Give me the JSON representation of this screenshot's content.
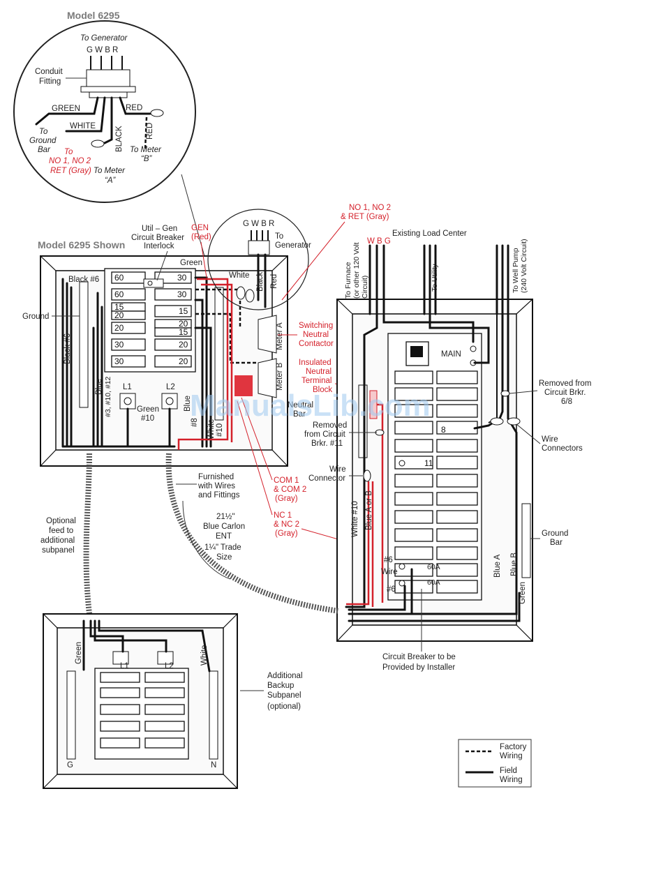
{
  "labels": {
    "model_top": "Model 6295",
    "model_shown": "Model 6295 Shown",
    "to_generator": "To Generator",
    "gwbr": "G W B R",
    "conduit_fitting_1": "Conduit",
    "conduit_fitting_2": "Fitting",
    "green": "GREEN",
    "white": "WHITE",
    "black": "BLACK",
    "red": "RED",
    "red_v": "RED",
    "to_ground_bar_1": "To",
    "to_ground_bar_2": "Ground",
    "to_ground_bar_3": "Bar",
    "to_no_1": "To",
    "to_no_2": "NO 1, NO 2",
    "to_no_3": "RET (Gray)",
    "to_meter_a_1": "To Meter",
    "to_meter_a_2": "“A”",
    "to_meter_b_1": "To Meter",
    "to_meter_b_2": "“B”",
    "util_gen_1": "Util – Gen",
    "util_gen_2": "Circuit Breaker",
    "util_gen_3": "Interlock",
    "gen_red_1": "GEN",
    "gen_red_2": "(Red)",
    "gwbr_2": "G W B R",
    "to_generator_2a": "To",
    "to_generator_2b": "Generator",
    "no1_no2_1": "NO 1, NO 2",
    "no1_no2_2": "& RET (Gray)",
    "existing_load_center": "Existing Load Center",
    "wbg": "W B G",
    "to_furnace_1": "To Furnace",
    "to_furnace_2": "(or other 120 Volt",
    "to_furnace_3": "Circuit)",
    "to_utility": "To Utility",
    "to_well_pump_1": "To Well Pump",
    "to_well_pump_2": "(240 Volt Circuit)",
    "green_wire": "Green",
    "white_wire": "White",
    "black_wire": "Black",
    "red_wire": "Red",
    "black6_top": "Black #6",
    "black6_side": "Black #6",
    "ground": "Ground",
    "blue_side": "Blue",
    "blue_sizes": "#3, #10, #12",
    "l1": "L1",
    "l2": "L2",
    "green10_1": "Green",
    "green10_2": "#10",
    "blue8_1": "Blue",
    "blue8_2": "#8",
    "white10_1": "White",
    "white10_2": "#10",
    "meter_a": "Meter A",
    "meter_b": "Meter B",
    "switching_1": "Switching",
    "switching_2": "Neutral",
    "switching_3": "Contactor",
    "insulated_1": "Insulated",
    "insulated_2": "Neutral",
    "insulated_3": "Terminal",
    "insulated_4": "Block",
    "neutral_bar_1": "Neutral",
    "neutral_bar_2": "Bar",
    "removed11_1": "Removed",
    "removed11_2": "from Circuit",
    "removed11_3": "Brkr. #11",
    "wire_connector_1": "Wire",
    "wire_connector_2": "Connector",
    "main": "MAIN",
    "removed68_1": "Removed from",
    "removed68_2": "Circuit Brkr.",
    "removed68_3": "6/8",
    "wire_connectors_1": "Wire",
    "wire_connectors_2": "Connectors",
    "com_1": "COM 1",
    "com_2": "& COM 2",
    "com_3": "(Gray)",
    "nc_1": "NC 1",
    "nc_2": "& NC 2",
    "nc_3": "(Gray)",
    "furnished_1": "Furnished",
    "furnished_2": "with Wires",
    "furnished_3": "and Fittings",
    "carlon_1": "21½\"",
    "carlon_2": "Blue Carlon",
    "carlon_3": "ENT",
    "carlon_4": "1¼\" Trade",
    "carlon_5": "Size",
    "optional_1": "Optional",
    "optional_2": "feed to",
    "optional_3": "additional",
    "optional_4": "subpanel",
    "white10_lc": "White #10",
    "blue_a_or_b": "Blue A or B",
    "blue_a": "Blue A",
    "blue_b": "Blue B",
    "green_lc": "Green",
    "ground_bar_1": "Ground",
    "ground_bar_2": "Bar",
    "num6_top": "#6",
    "wire_lbl": "Wire",
    "num6_bot": "#6",
    "cb_installer_1": "Circuit Breaker to be",
    "cb_installer_2": "Provided by Installer",
    "sub_green": "Green",
    "sub_white": "White",
    "sub_l1": "L1",
    "sub_l2": "L2",
    "sub_g": "G",
    "sub_n": "N",
    "additional_1": "Additional",
    "additional_2": "Backup",
    "additional_3": "Subpanel",
    "additional_4": "(optional)",
    "legend_factory_1": "Factory",
    "legend_factory_2": "Wiring",
    "legend_field_1": "Field",
    "legend_field_2": "Wiring",
    "watermark": "ManualsLib.com"
  },
  "breakers": {
    "left_column": [
      "60",
      "60",
      "15",
      "20",
      "20",
      "30",
      "30"
    ],
    "right_column": [
      "30",
      "30",
      "15",
      "20",
      "15",
      "20",
      "20"
    ]
  },
  "load_center_breakers": {
    "brkr_8": "8",
    "brkr_11": "11",
    "brkr_60a_1": "60A",
    "brkr_60a_2": "60A"
  }
}
